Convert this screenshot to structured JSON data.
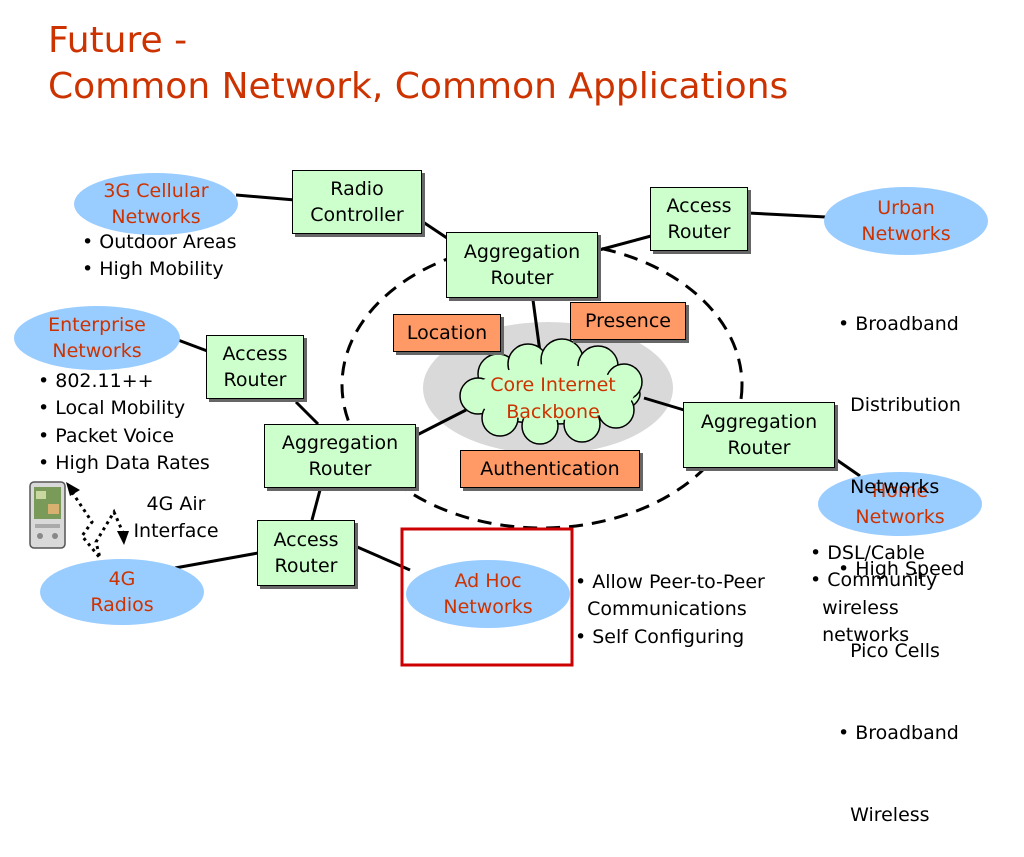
{
  "title": {
    "line1": "Future -",
    "line2": "Common Network, Common Applications"
  },
  "colors": {
    "title": "#cc3300",
    "router_box": "#ccffcc",
    "service_box": "#ff9966",
    "network_ellipse": "#99ccff",
    "cloud": "#ccffcc",
    "backbone_area": "#d9d9d9",
    "highlight_frame": "#cc0000"
  },
  "routers": {
    "radio_controller": [
      "Radio",
      "Controller"
    ],
    "aggregation_top": [
      "Aggregation",
      "Router"
    ],
    "access_top_right": [
      "Access",
      "Router"
    ],
    "access_left": [
      "Access",
      "Router"
    ],
    "aggregation_left": [
      "Aggregation",
      "Router"
    ],
    "access_bottom": [
      "Access",
      "Router"
    ],
    "aggregation_right": [
      "Aggregation",
      "Router"
    ]
  },
  "services": {
    "location": "Location",
    "presence": "Presence",
    "authentication": "Authentication"
  },
  "core": {
    "line1": "Core Internet",
    "line2": "Backbone"
  },
  "networks": {
    "cellular": {
      "line1": "3G Cellular",
      "line2": "Networks",
      "bullets": [
        "• Outdoor Areas",
        "• High Mobility"
      ]
    },
    "enterprise": {
      "line1": "Enterprise",
      "line2": "Networks",
      "bullets": [
        "• 802.11++",
        "• Local Mobility",
        "• Packet Voice",
        "• High Data Rates"
      ]
    },
    "urban": {
      "line1": "Urban",
      "line2": "Networks",
      "bullets": [
        "• Broadband",
        "  Distribution",
        "  Networks",
        "• High Speed",
        "  Pico Cells",
        "• Broadband",
        "  Wireless"
      ]
    },
    "home": {
      "line1": "Home",
      "line2": "Networks",
      "bullets": [
        "• DSL/Cable",
        "• Community",
        "  wireless",
        "  networks"
      ]
    },
    "radios4g": {
      "line1": "4G",
      "line2": "Radios"
    },
    "adhoc": {
      "line1": "Ad Hoc",
      "line2": "Networks",
      "bullets": [
        "• Allow Peer-to-Peer",
        "  Communications",
        "• Self Configuring"
      ]
    }
  },
  "air_interface": {
    "line1": "4G Air",
    "line2": "Interface"
  }
}
